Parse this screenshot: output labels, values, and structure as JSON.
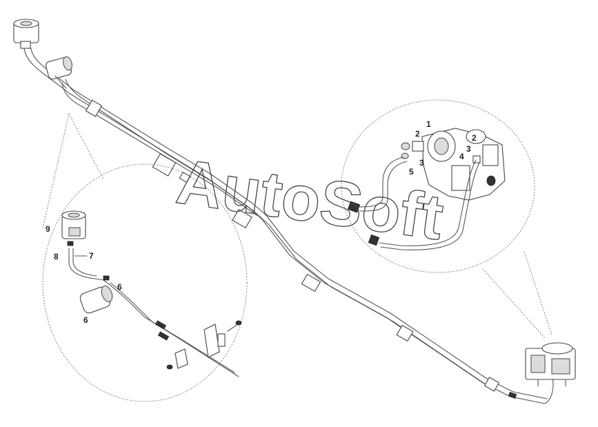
{
  "watermark": "AutoSoft",
  "callouts_right": [
    {
      "id": "1",
      "label": "1"
    },
    {
      "id": "2a",
      "label": "2"
    },
    {
      "id": "2b",
      "label": "2"
    },
    {
      "id": "3a",
      "label": "3"
    },
    {
      "id": "3b",
      "label": "3"
    },
    {
      "id": "4",
      "label": "4"
    },
    {
      "id": "5",
      "label": "5"
    }
  ],
  "callouts_left": [
    {
      "id": "9",
      "label": "9"
    },
    {
      "id": "8",
      "label": "8"
    },
    {
      "id": "7",
      "label": "7"
    },
    {
      "id": "6a",
      "label": "6"
    },
    {
      "id": "6b",
      "label": "6"
    }
  ],
  "colors": {
    "line": "#555555",
    "background": "#ffffff",
    "text": "#222222"
  }
}
